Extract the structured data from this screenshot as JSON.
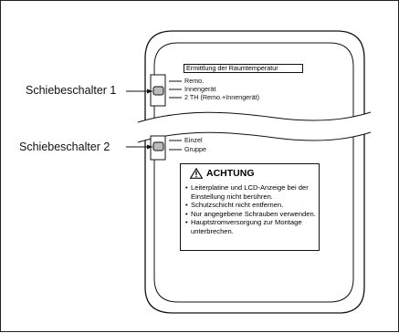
{
  "callouts": {
    "switch1": "Schiebeschalter 1",
    "switch2": "Schiebeschalter 2"
  },
  "switch1": {
    "title": "Ermittlung der Raumtemperatur",
    "options": [
      "Remo.",
      "Innengerät",
      "2 TH (Remo.+Innengerät)"
    ]
  },
  "switch2": {
    "options": [
      "Einzel",
      "Gruppe"
    ]
  },
  "warning": {
    "heading": "ACHTUNG",
    "items": [
      "Leiterplatine und LCD-Anzeige bei der Einstellung nicht berühren.",
      "Schutzschicht nicht entfernen.",
      "Nur angegebene Schrauben verwenden.",
      "Hauptstromversorgung zur Montage unterbrechen."
    ]
  }
}
